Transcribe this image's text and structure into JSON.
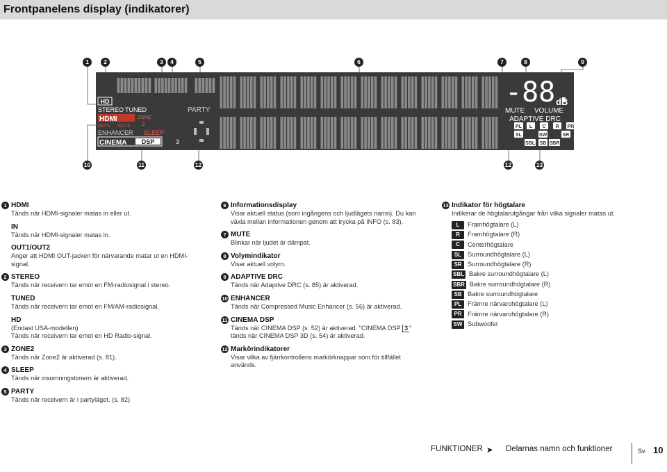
{
  "header": {
    "title": "Frontpanelens display (indikatorer)"
  },
  "display": {
    "hd": "HD",
    "stereo": "STEREO",
    "tuned": "TUNED",
    "hdmi": "HDMI",
    "out1": "OUT1",
    "out2": "OUT2",
    "zone": "ZONE",
    "zone_num": "2",
    "enhancer": "ENHANCER",
    "sleep": "SLEEP",
    "cinema": "CINEMA",
    "dsp": "DSP",
    "three": "3",
    "party": "PARTY",
    "volume_digits": "-88.8",
    "db": "dB",
    "mute": "MUTE",
    "volume": "VOLUME",
    "adaptive_drc": "ADAPTIVE DRC",
    "speakers_top": [
      "PL",
      "L",
      "C",
      "R",
      "PR"
    ],
    "speakers_mid": [
      "SL",
      "SW",
      "SR"
    ],
    "speakers_bot": [
      "SBL",
      "SB",
      "SBR"
    ]
  },
  "callouts_top": [
    "1",
    "2",
    "3",
    "4",
    "5",
    "6",
    "7",
    "8",
    "9"
  ],
  "callouts_bottom": [
    "10",
    "11",
    "12",
    "12",
    "13"
  ],
  "left_column": {
    "n1": "1",
    "hdmi_title": "HDMI",
    "hdmi_desc": "Tänds när HDMI-signaler matas in eller ut.",
    "in_title": "IN",
    "in_desc": "Tänds när HDMI-signaler matas in.",
    "out_title": "OUT1/OUT2",
    "out_desc": "Anger att HDMI OUT-jacken för närvarande matar ut en HDMI-signal.",
    "n2": "2",
    "stereo_title": "STEREO",
    "stereo_desc": "Tänds när receivern tar emot en FM-radiosignal i stereo.",
    "tuned_title": "TUNED",
    "tuned_desc": "Tänds när receivern tar emot en FM/AM-radiosignal.",
    "hd_title": "HD",
    "hd_desc1": "(Endast USA-modellen)",
    "hd_desc2": "Tänds när receivern tar emot en HD Radio-signal.",
    "n3": "3",
    "zone2_title": "ZONE2",
    "zone2_desc": "Tänds när Zone2 är aktiverad (s. 81).",
    "n4": "4",
    "sleep_title": "SLEEP",
    "sleep_desc": "Tänds när insomningstimern är aktiverad.",
    "n5": "5",
    "party_title": "PARTY",
    "party_desc": "Tänds när receivern är i partyläget. (s. 82)"
  },
  "mid_column": {
    "n6": "6",
    "info_title": "Informationsdisplay",
    "info_desc": "Visar aktuell status (som ingångens och ljudlägets namn). Du kan växla mellan informationen genom att trycka på INFO (s. 83).",
    "n7": "7",
    "mute_title": "MUTE",
    "mute_desc": "Blinkar när ljudet är dämpat.",
    "n8": "8",
    "vol_title": "Volymindikator",
    "vol_desc": "Visar aktuell volym.",
    "n9": "9",
    "adrc_title": "ADAPTIVE DRC",
    "adrc_desc": "Tänds när Adaptive DRC (s. 85) är aktiverad.",
    "n10": "10",
    "enh_title": "ENHANCER",
    "enh_desc": "Tänds när Compressed Music Enhancer (s. 56) är aktiverad.",
    "n11": "11",
    "cdsp_title": "CINEMA DSP",
    "cdsp_desc1": "Tänds när CINEMA DSP (s. 52) är aktiverad. \"CINEMA DSP",
    "cdsp_desc_box": "3",
    "cdsp_desc2": "\" tänds när CINEMA DSP 3D (s. 54) är aktiverad.",
    "n12": "12",
    "cursor_title": "Markörindikatorer",
    "cursor_desc": "Visar vilka av fjärrkontrollens markörknappar som för tillfället används."
  },
  "right_column": {
    "n13": "13",
    "spk_title": "Indikator för högtalare",
    "spk_desc": "Indikerar de högtalarutgångar från vilka signaler matas ut.",
    "speakers": [
      {
        "badge": "L",
        "label": "Framhögtalare (L)"
      },
      {
        "badge": "R",
        "label": "Framhögtalare (R)"
      },
      {
        "badge": "C",
        "label": "Centerhögtalare"
      },
      {
        "badge": "SL",
        "label": "Surroundhögtalare (L)"
      },
      {
        "badge": "SR",
        "label": "Surroundhögtalare (R)"
      },
      {
        "badge": "SBL",
        "label": "Bakre surroundhögtalare (L)"
      },
      {
        "badge": "SBR",
        "label": "Bakre surroundhögtalare (R)"
      },
      {
        "badge": "SB",
        "label": "Bakre surroundhögtalare"
      },
      {
        "badge": "PL",
        "label": "Främre närvarohögtalare (L)"
      },
      {
        "badge": "PR",
        "label": "Främre närvarohögtalare (R)"
      },
      {
        "badge": "SW",
        "label": "Subwoofer"
      }
    ]
  },
  "footer": {
    "section": "FUNKTIONER",
    "arrow": "➤",
    "subsection": "Delarnas namn och funktioner",
    "lang": "Sv",
    "page": "10"
  }
}
